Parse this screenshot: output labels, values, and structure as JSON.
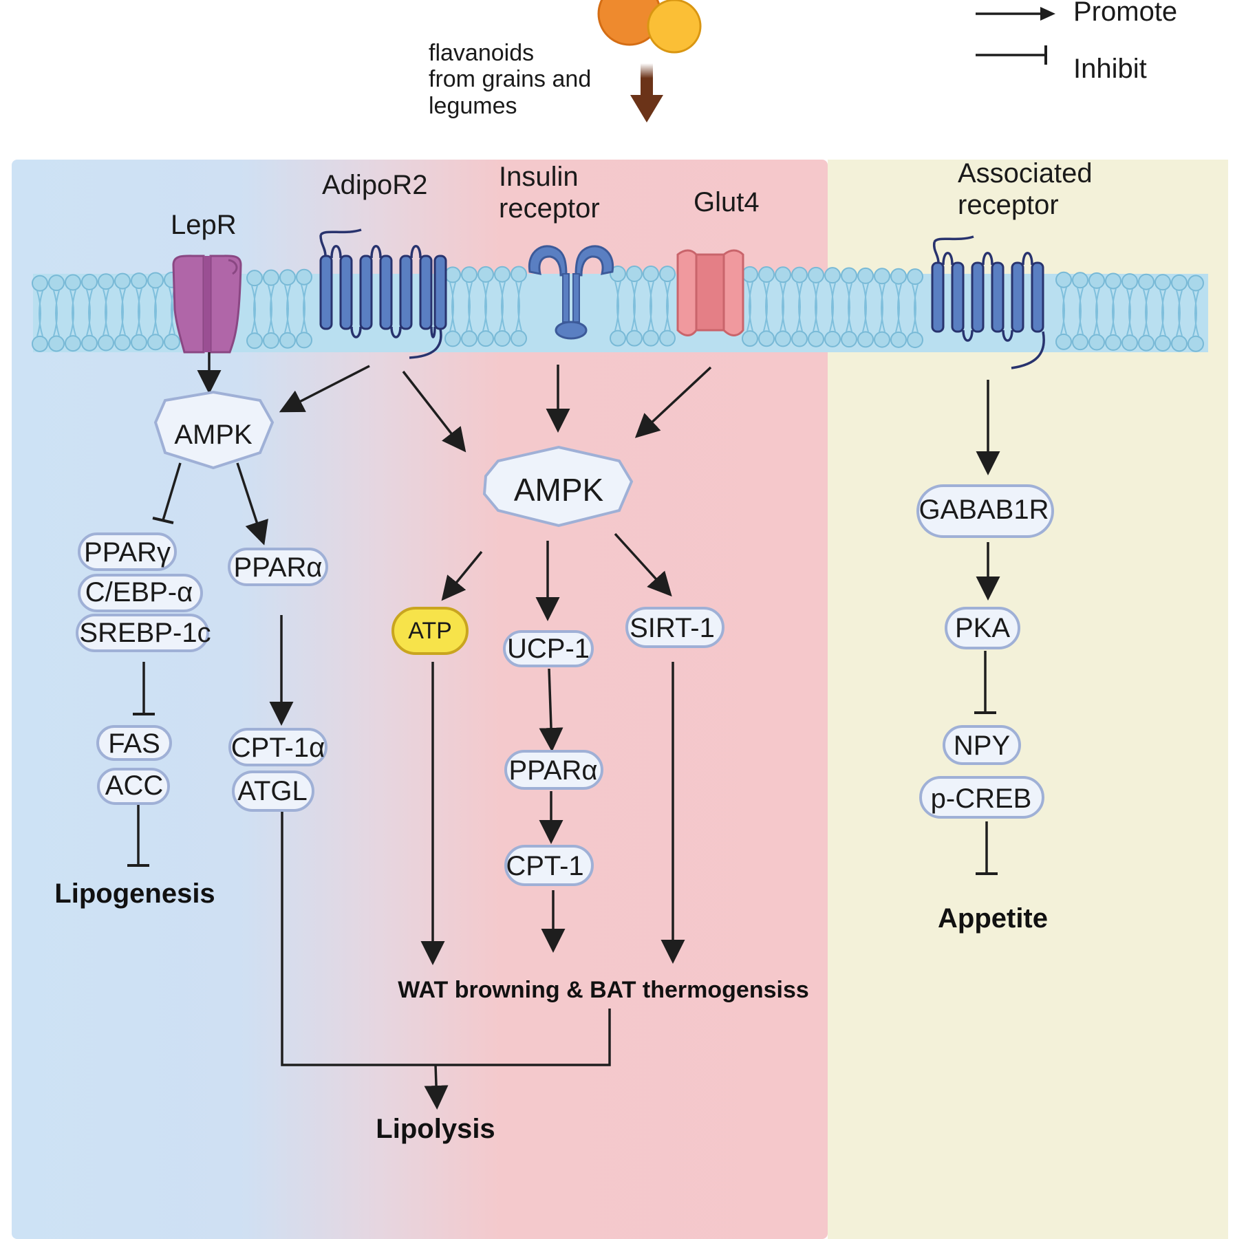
{
  "legend": {
    "promote": "Promote",
    "inhibit": "Inhibit"
  },
  "source": {
    "label_lines": [
      "flavanoids",
      "from grains and",
      "legumes"
    ]
  },
  "receptors": {
    "lepr": "LepR",
    "adipor2": "AdipoR2",
    "insulin": [
      "Insulin",
      "receptor"
    ],
    "glut4": "Glut4",
    "associated": [
      "Associated",
      "receptor"
    ]
  },
  "nodes": {
    "ampk_left": "AMPK",
    "ampk_center": "AMPK",
    "ppar_gamma": "PPARγ",
    "cebp_alpha": "C/EBP-α",
    "srebp_1c": "SREBP-1c",
    "ppar_alpha_left": "PPARα",
    "fas": "FAS",
    "acc": "ACC",
    "cpt_1a": "CPT-1α",
    "atgl": "ATGL",
    "atp": "ATP",
    "ucp_1": "UCP-1",
    "sirt_1": "SIRT-1",
    "ppar_alpha_center": "PPARα",
    "cpt_1": "CPT-1",
    "gabab1r": "GABAB1R",
    "pka": "PKA",
    "npy": "NPY",
    "p_creb": "p-CREB"
  },
  "outcomes": {
    "lipogenesis": "Lipogenesis",
    "wat_bat": "WAT browning & BAT thermogensiss",
    "lipolysis": "Lipolysis",
    "appetite": "Appetite"
  },
  "colors": {
    "panel_blue": "#cfe3f6",
    "panel_pink": "#f5c8cb",
    "panel_yellow": "#f3f1d9",
    "membrane": "#a9d7ea",
    "receptor_blue": "#5a7fc2",
    "lepr_purple": "#b066a8",
    "glut4_pink": "#f0999e",
    "atp_yellow": "#f7e34a",
    "flavonoid_orange": "#ee8a2e",
    "flavonoid_yellow": "#fbbf36",
    "arrow_brown": "#6b3318"
  }
}
